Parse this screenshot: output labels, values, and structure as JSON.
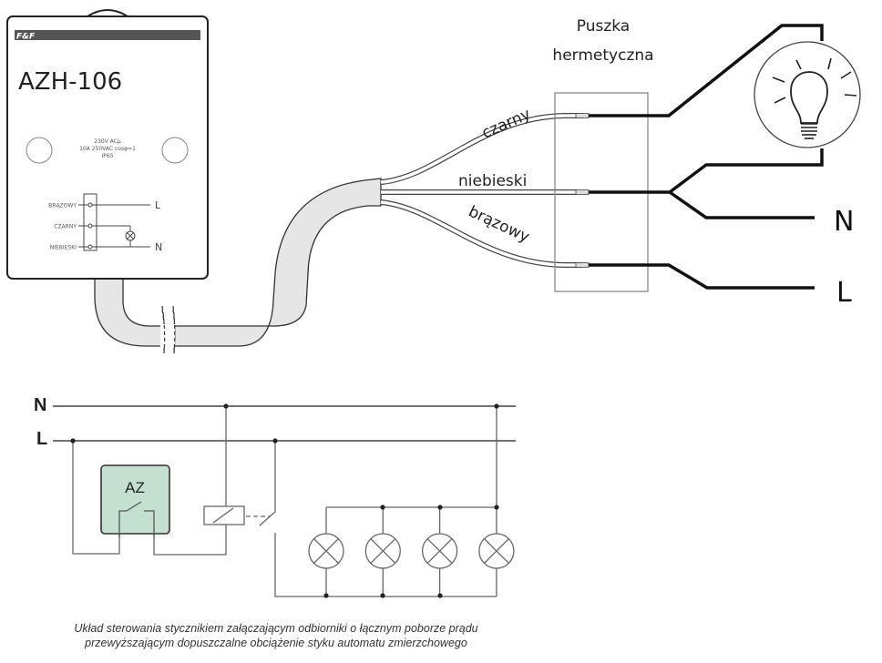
{
  "device": {
    "brand": "F&F",
    "model": "AZH-106",
    "specs": [
      "230V ACµ",
      "10A 250VAC cosφ=1",
      "IP65"
    ],
    "terminals": [
      {
        "label": "BRĄZOWY",
        "line": "L"
      },
      {
        "label": "CZARNY",
        "line": ""
      },
      {
        "label": "NIEBIESKI",
        "line": "N"
      }
    ]
  },
  "junction_box": {
    "title_line1": "Puszka",
    "title_line2": "hermetyczna"
  },
  "wires": [
    {
      "label": "czarny",
      "color": "black"
    },
    {
      "label": "niebieski",
      "color": "blue"
    },
    {
      "label": "brązowy",
      "color": "brown"
    }
  ],
  "outputs": {
    "n_label": "N",
    "l_label": "L"
  },
  "schematic": {
    "n_label": "N",
    "l_label": "L",
    "controller_label": "AZ",
    "controller_color": "#c3e0d0",
    "lamp_count": 4
  },
  "caption": {
    "line1": "Układ sterowania stycznikiem załączającym odbiorniki o łącznym poborze prądu",
    "line2": "przewyższającym dopuszczalne obciążenie styku automatu zmierzchowego"
  }
}
